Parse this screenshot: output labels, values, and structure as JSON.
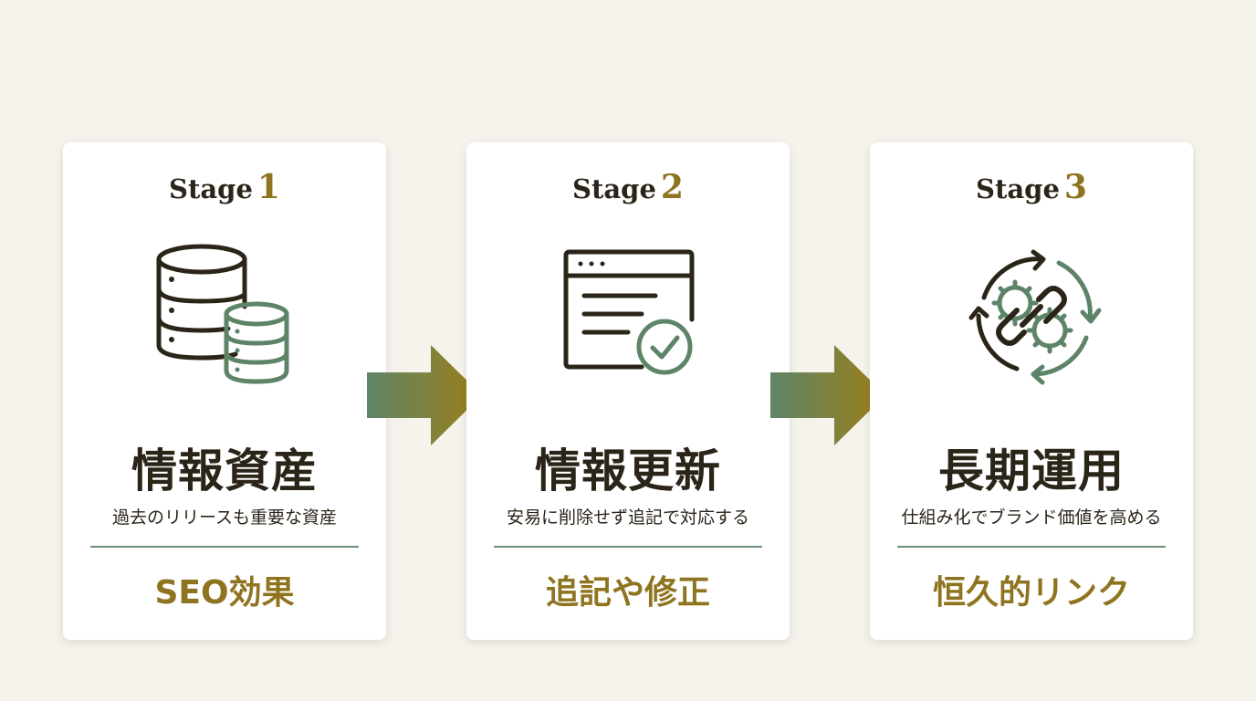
{
  "colors": {
    "background": "#f6f3ed",
    "card": "#ffffff",
    "text_dark": "#2b2418",
    "accent_gold": "#8f7420",
    "accent_green": "#5e8468"
  },
  "stages": [
    {
      "stage_word": "Stage",
      "stage_number": "1",
      "icon": "database-icon",
      "title": "情報資産",
      "subtitle": "過去のリリースも重要な資産",
      "result": "SEO効果"
    },
    {
      "stage_word": "Stage",
      "stage_number": "2",
      "icon": "document-check-icon",
      "title": "情報更新",
      "subtitle": "安易に削除せず追記で対応する",
      "result": "追記や修正"
    },
    {
      "stage_word": "Stage",
      "stage_number": "3",
      "icon": "cycle-link-icon",
      "title": "長期運用",
      "subtitle": "仕組み化でブランド価値を高める",
      "result": "恒久的リンク"
    }
  ],
  "connectors": [
    "arrow-right-icon",
    "arrow-right-icon"
  ]
}
